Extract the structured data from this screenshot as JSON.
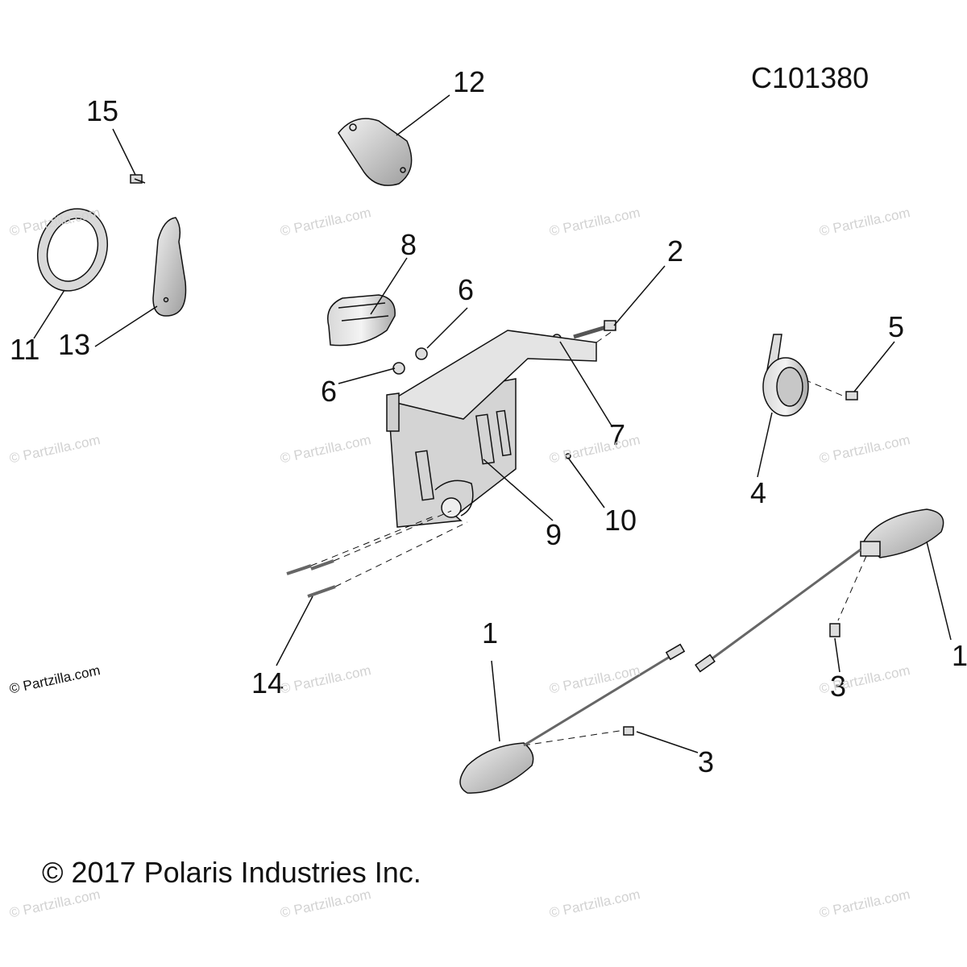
{
  "diagram": {
    "id_label": "C101380",
    "copyright": "© 2017 Polaris Industries Inc.",
    "watermark": "© Partzilla.com",
    "callouts": [
      "1",
      "1",
      "2",
      "3",
      "3",
      "4",
      "5",
      "6",
      "6",
      "7",
      "8",
      "9",
      "10",
      "11",
      "12",
      "13",
      "14",
      "15"
    ]
  },
  "colors": {
    "line": "#111111",
    "part_fill": "#e6e6e6",
    "part_shade": "#b8b8b8",
    "watermark": "#d2d2d2"
  }
}
